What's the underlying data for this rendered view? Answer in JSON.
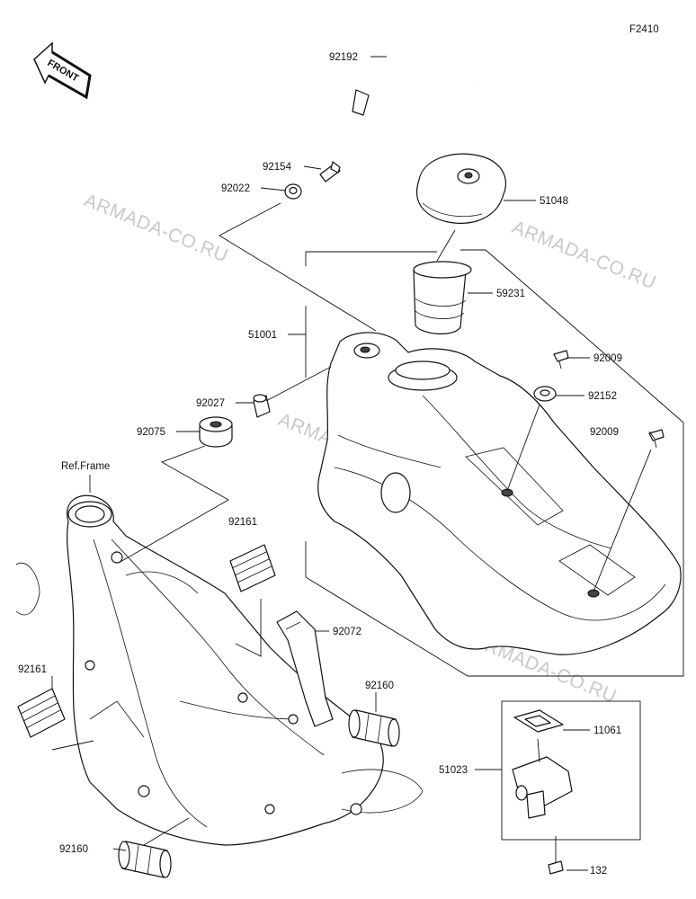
{
  "figure_code": "F2410",
  "front_badge": "FRONT",
  "ref_frame_label": "Ref.Frame",
  "watermark": "ARMADA-CO.RU",
  "parts": {
    "p92192": "92192",
    "p92154": "92154",
    "p92022": "92022",
    "p51048": "51048",
    "p59231": "59231",
    "p51001": "51001",
    "p92009a": "92009",
    "p92152": "92152",
    "p92027": "92027",
    "p92075": "92075",
    "p92009b": "92009",
    "p92161a": "92161",
    "p92072": "92072",
    "p92161b": "92161",
    "p92160a": "92160",
    "p11061": "11061",
    "p51023": "51023",
    "p92160b": "92160",
    "p132": "132"
  }
}
